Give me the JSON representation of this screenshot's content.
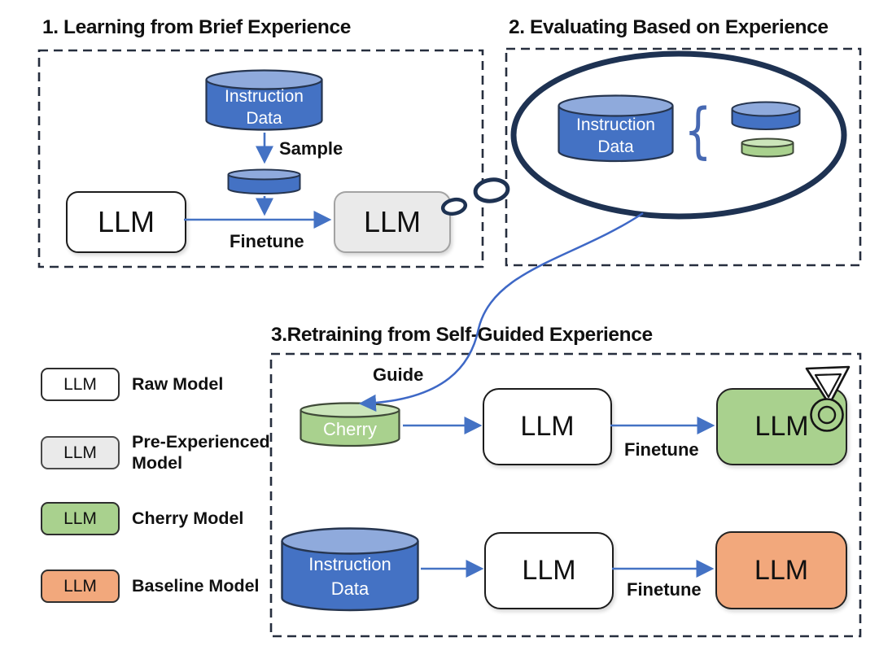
{
  "colors": {
    "data_blue": "#4472C4",
    "data_blue_top": "#8FAADC",
    "cherry_green": "#A9D18E",
    "cherry_green_top": "#CBE5BA",
    "baseline_orange": "#F2A87C",
    "pre_experienced_gray": "#EAEAEA",
    "thought_bubble_navy": "#1E3252",
    "arrow_blue": "#4472C4"
  },
  "section1": {
    "title": "1. Learning from Brief Experience",
    "instruction_cylinder": {
      "line1": "Instruction",
      "line2": "Data"
    },
    "sample_label": "Sample",
    "raw_llm_label": "LLM",
    "pre_llm_label": "LLM",
    "finetune_label": "Finetune"
  },
  "section2": {
    "title": "2. Evaluating Based on Experience",
    "instruction_cylinder": {
      "line1": "Instruction",
      "line2": "Data"
    },
    "brace_glyph": "{"
  },
  "section3": {
    "title": "3.Retraining from Self-Guided Experience",
    "guide_label": "Guide",
    "row1": {
      "cherry_cylinder_label": "Cherry",
      "llm_label": "LLM",
      "finetune_label": "Finetune",
      "cherry_model_label": "LLM"
    },
    "row2": {
      "instruction_cylinder": {
        "line1": "Instruction",
        "line2": "Data"
      },
      "llm_label": "LLM",
      "finetune_label": "Finetune",
      "baseline_model_label": "LLM"
    }
  },
  "legend": {
    "items": [
      {
        "chip": "LLM",
        "label": "Raw Model"
      },
      {
        "chip": "LLM",
        "label": "Pre-Experienced Model"
      },
      {
        "chip": "LLM",
        "label": "Cherry Model"
      },
      {
        "chip": "LLM",
        "label": "Baseline Model"
      }
    ]
  }
}
